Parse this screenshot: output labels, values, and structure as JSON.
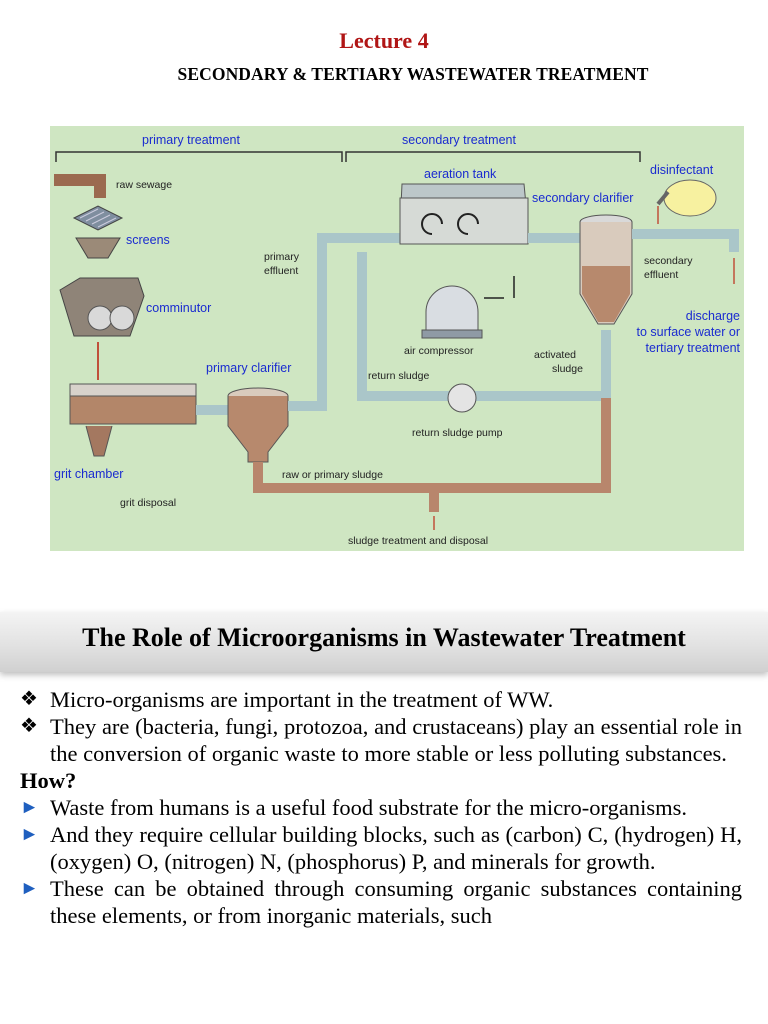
{
  "header": {
    "lecture": "Lecture 4",
    "subtitle": "SECONDARY & TERTIARY WASTEWATER TREATMENT"
  },
  "diagram": {
    "sections": {
      "primary": "primary treatment",
      "secondary": "secondary treatment"
    },
    "labels": {
      "raw_sewage": "raw sewage",
      "screens": "screens",
      "comminutor": "comminutor",
      "primary_effluent_1": "primary",
      "primary_effluent_2": "effluent",
      "primary_clarifier": "primary clarifier",
      "grit_chamber": "grit chamber",
      "grit_disposal": "grit disposal",
      "aeration_tank": "aeration tank",
      "secondary_clarifier": "secondary clarifier",
      "disinfectant": "disinfectant",
      "secondary_effluent_1": "secondary",
      "secondary_effluent_2": "effluent",
      "discharge_1": "discharge",
      "discharge_2": "to surface water or",
      "discharge_3": "tertiary treatment",
      "air_compressor": "air compressor",
      "activated_sludge_1": "activated",
      "activated_sludge_2": "sludge",
      "return_sludge": "return sludge",
      "return_sludge_pump": "return sludge pump",
      "raw_primary_sludge": "raw or primary sludge",
      "sludge_treatment": "sludge treatment and disposal"
    }
  },
  "section": {
    "heading": "The Role of Microorganisms in Wastewater Treatment",
    "how": "How?",
    "diamond_items": [
      "Micro-organisms are  important in the treatment of WW.",
      "They are (bacteria, fungi, protozoa, and crustaceans) play an essential role in the conversion of organic waste to more stable or less polluting substances."
    ],
    "arrow_items": [
      "Waste from humans is a useful food substrate for the micro-organisms.",
      "And they require cellular building blocks, such as (carbon) C, (hydrogen) H, (oxygen) O, (nitrogen) N, (phosphorus) P, and minerals for growth.",
      "These can be obtained through consuming organic substances containing these elements, or from inorganic materials, such"
    ],
    "markers": {
      "diamond": "❖",
      "arrow": "►"
    }
  },
  "colors": {
    "lecture_title": "#b01515",
    "diagram_bg": "#cfe6c2",
    "diagram_label": "#1a2bd0",
    "pipe": "#aac6c9",
    "sludge": "#b8866c",
    "arrow_marker": "#1f5fbf"
  }
}
